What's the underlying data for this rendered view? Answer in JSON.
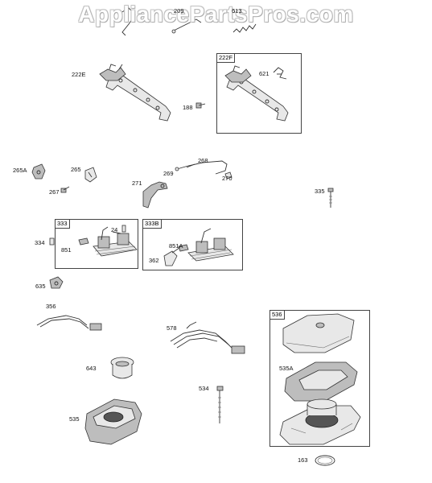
{
  "watermark": "AppliancePartsPros.com",
  "boxes": {
    "b222F": "222F",
    "b333": "333",
    "b333B": "333B",
    "b536": "536"
  },
  "labels": {
    "l209": "209",
    "l613": "613",
    "l222E": "222E",
    "l621": "621",
    "l188": "188",
    "l265A": "265A",
    "l265": "265",
    "l267": "267",
    "l268": "268",
    "l269": "269",
    "l271": "271",
    "l270": "270",
    "l335": "335",
    "l24": "24",
    "l334": "334",
    "l851": "851",
    "l851A": "851A",
    "l362": "362",
    "l635": "635",
    "l356": "356",
    "l578": "578",
    "l535A": "535A",
    "l643": "643",
    "l534": "534",
    "l535": "535",
    "l163": "163"
  }
}
